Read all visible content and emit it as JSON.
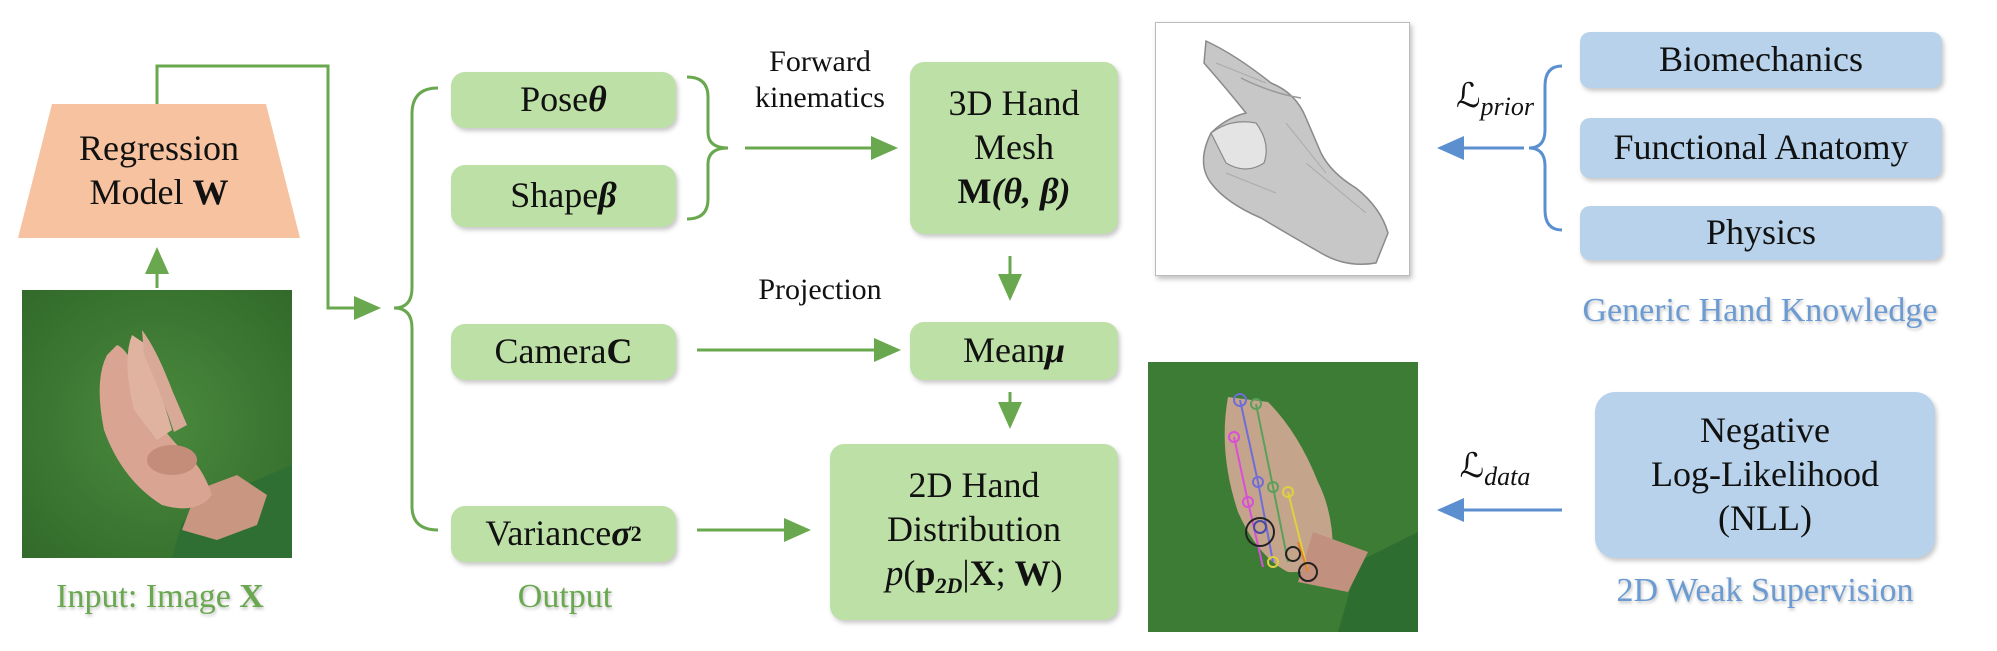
{
  "regression": {
    "line1": "Regression",
    "line2_text": "Model ",
    "line2_sym": "W"
  },
  "input": {
    "caption_text": "Input: Image ",
    "caption_sym": "X"
  },
  "output": {
    "caption": "Output"
  },
  "pose": {
    "text": "Pose ",
    "sym": "θ"
  },
  "shape": {
    "text": "Shape ",
    "sym": "β"
  },
  "camera": {
    "text": "Camera ",
    "sym": "C"
  },
  "variance": {
    "text": "Variance ",
    "sym": "σ",
    "sup": "2"
  },
  "forward": {
    "line1": "Forward",
    "line2": "kinematics"
  },
  "projection": {
    "label": "Projection"
  },
  "mesh": {
    "line1": "3D Hand",
    "line2": "Mesh",
    "f": "M",
    "args": "(θ, β)"
  },
  "mean": {
    "text": "Mean ",
    "sym": "μ"
  },
  "dist": {
    "line1": "2D Hand",
    "line2": "Distribution",
    "p": "p",
    "open": "(",
    "pvar": "p",
    "sub": "2D",
    "given": "|",
    "x": "X",
    "semi": "; ",
    "w": "W",
    "close": ")"
  },
  "loss_prior": {
    "script": "ℒ",
    "sub": "prior"
  },
  "loss_data": {
    "script": "ℒ",
    "sub": "data"
  },
  "knowledge": {
    "items": [
      "Biomechanics",
      "Functional Anatomy",
      "Physics"
    ],
    "caption": "Generic Hand Knowledge"
  },
  "nll": {
    "line1": "Negative",
    "line2": "Log-Likelihood",
    "line3": "(NLL)"
  },
  "weak": {
    "caption": "2D Weak Supervision"
  },
  "colors": {
    "green_box": "#bde0a6",
    "green_line": "#6aa84f",
    "blue_box": "#b7d2ea",
    "blue_line": "#5b8fd0",
    "orange_box": "#f6c2a0"
  }
}
